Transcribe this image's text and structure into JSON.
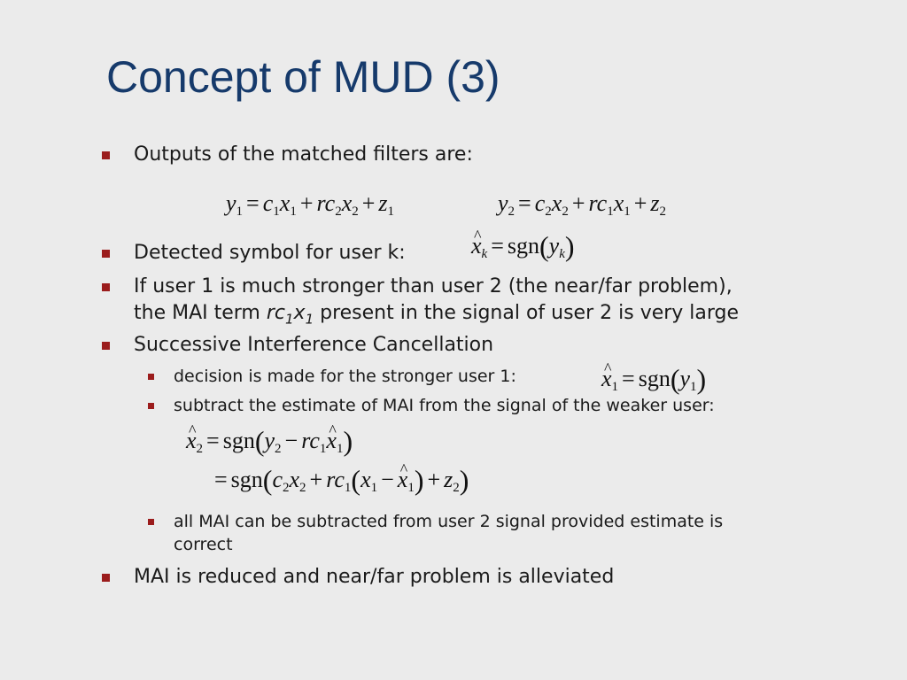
{
  "slide": {
    "title": "Concept of MUD (3)",
    "bullets": {
      "b1": "Outputs of the matched filters are:",
      "b2": "Detected symbol for user k:",
      "b3_line1": "If user 1 is much stronger than user 2 (the near/far problem),",
      "b3_line2_pre": "the MAI term ",
      "b3_line2_post": " present in the signal of user 2 is very large",
      "b4": "Successive Interference Cancellation",
      "s1": "decision is made for the stronger user 1:",
      "s2": "subtract the estimate of MAI from the signal of the weaker user:",
      "s3_line1": "all MAI can be subtracted from user 2 signal provided estimate is",
      "s3_line2": "correct",
      "b5": "MAI is reduced and near/far problem is alleviated"
    },
    "math": {
      "sgn": "sgn"
    },
    "colors": {
      "title": "#163a6b",
      "bullet": "#9b1c1c",
      "background": "#ebebeb"
    }
  }
}
